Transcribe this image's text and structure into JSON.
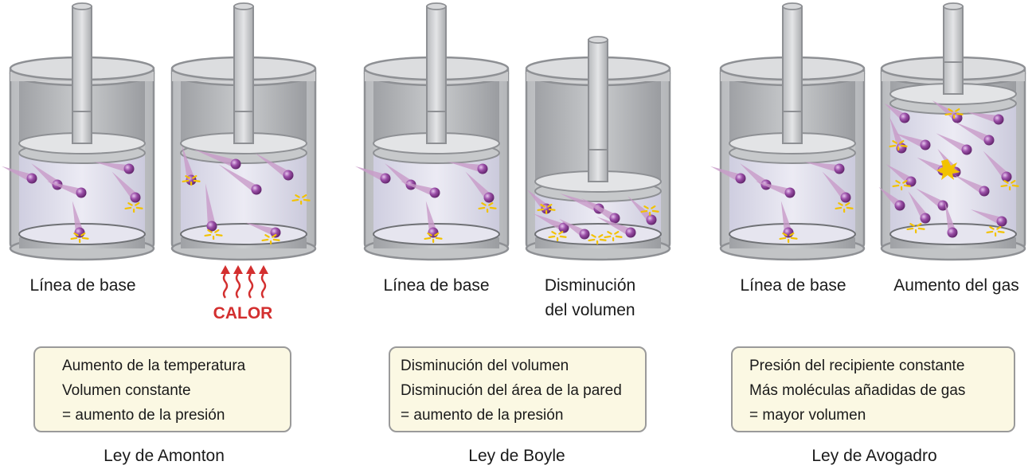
{
  "colors": {
    "steel": "#c6c8ca",
    "steel_dark": "#8e9094",
    "gas": "#dcdbe8",
    "molecule": "#8a3f96",
    "trail": "#c89ac8",
    "impact": "#f2c200",
    "heat": "#d32f2f",
    "box_fill": "#fbf8e3"
  },
  "panels": [
    {
      "law": "Ley de Amonton",
      "info": [
        "Aumento de la temperatura",
        "Volumen constante",
        "= aumento de la presión"
      ],
      "cylinders": [
        {
          "label": "Línea de base",
          "state": "baseline"
        },
        {
          "label": "",
          "state": "heated",
          "heat_label": "CALOR",
          "heat_icon": "heat-arrows-icon"
        }
      ]
    },
    {
      "law": "Ley de Boyle",
      "info": [
        "Disminución del volumen",
        "Disminución del área de la pared",
        "= aumento de la presión"
      ],
      "cylinders": [
        {
          "label": "Línea de base",
          "state": "baseline"
        },
        {
          "label": "Disminución\ndel volumen",
          "state": "compressed"
        }
      ]
    },
    {
      "law": "Ley de Avogadro",
      "info": [
        "Presión del recipiente constante",
        "Más moléculas añadidas de gas",
        "= mayor volumen"
      ],
      "cylinders": [
        {
          "label": "Línea de base",
          "state": "baseline"
        },
        {
          "label": "Aumento del gas",
          "state": "more-gas"
        }
      ]
    }
  ]
}
